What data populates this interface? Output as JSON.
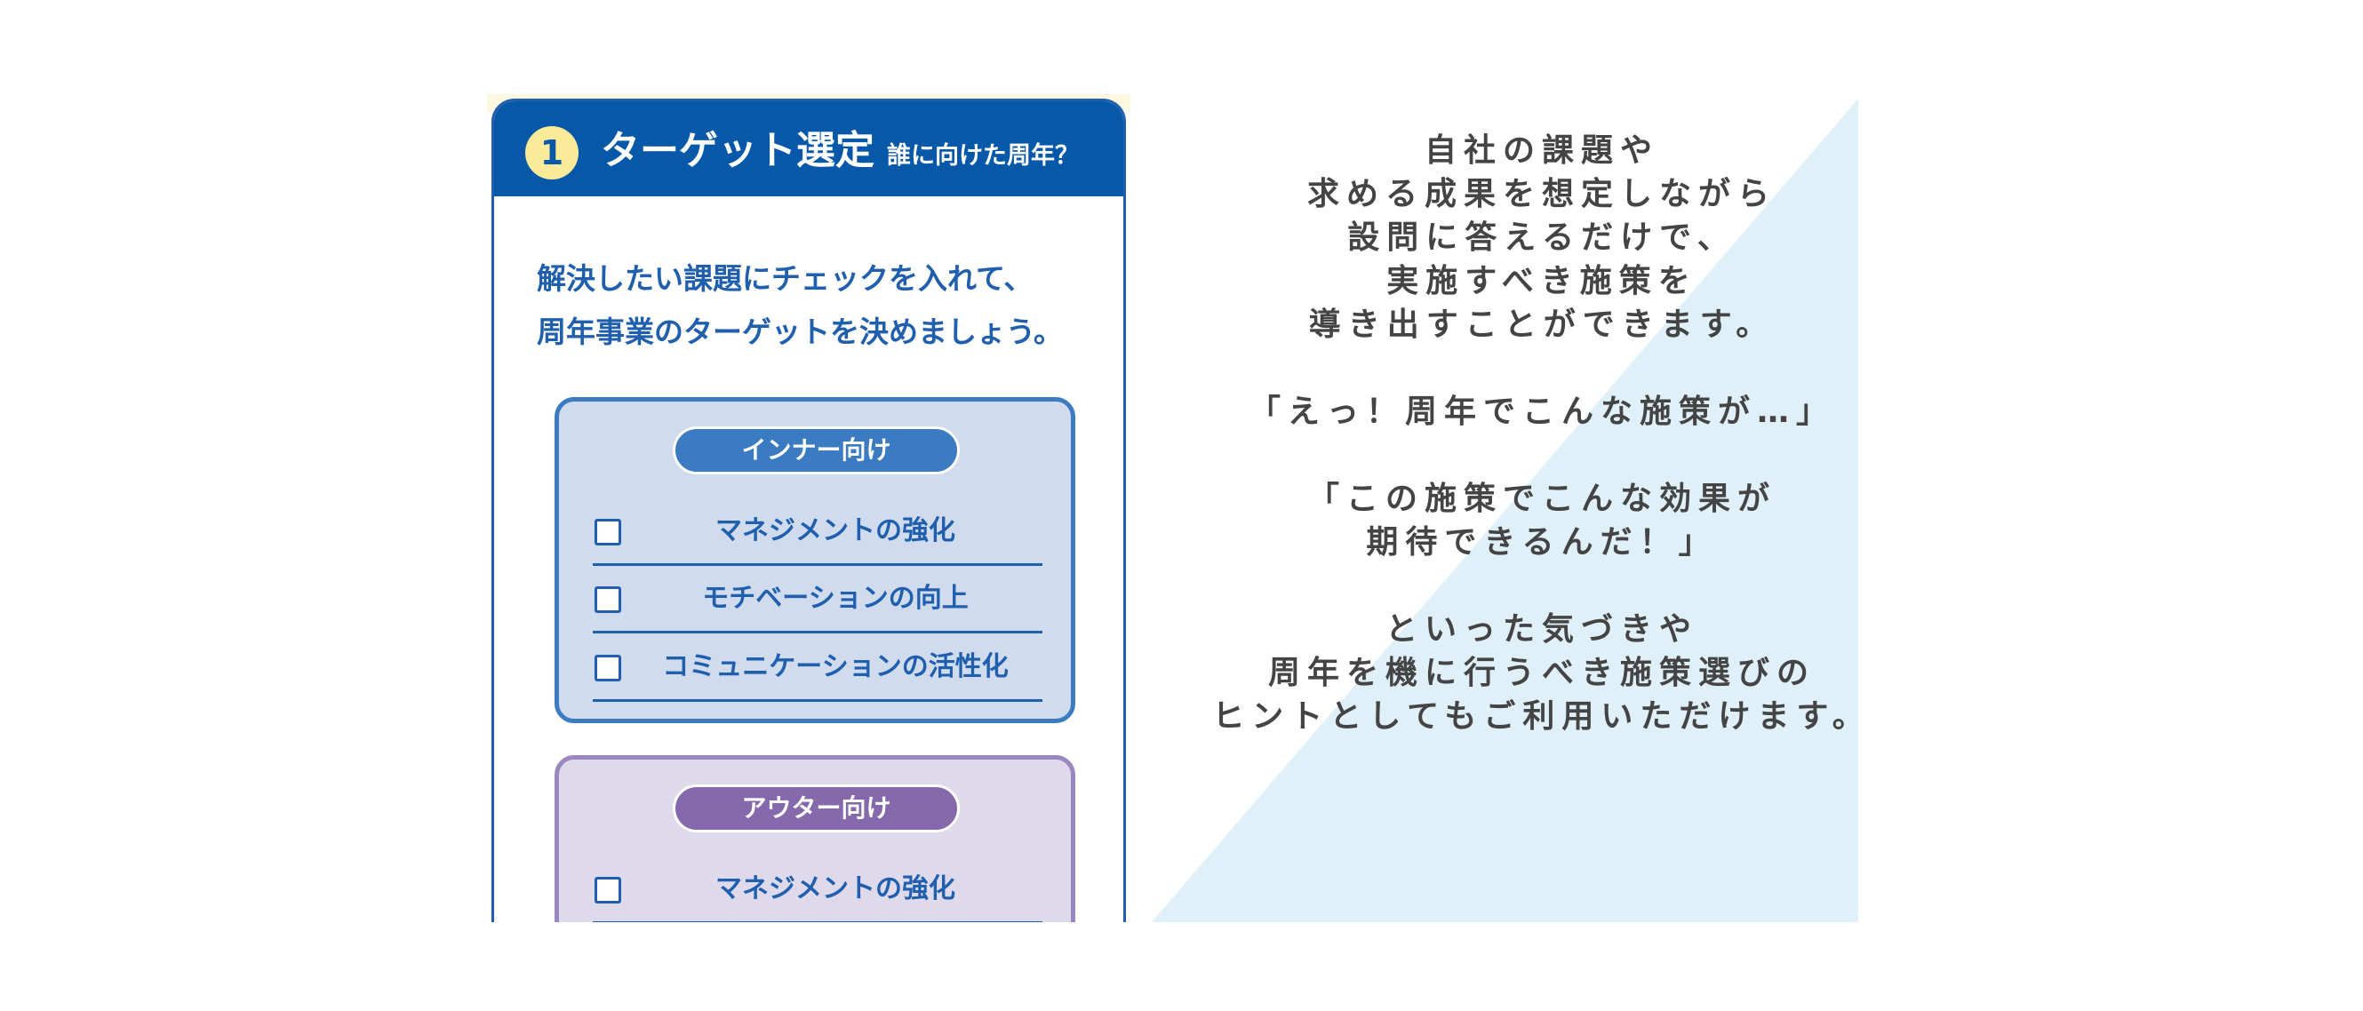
{
  "card": {
    "step_number": "1",
    "title": "ターゲット選定",
    "subtitle": "誰に向けた周年？",
    "instruction_lines": [
      "解決したい課題にチェックを入れて、",
      "周年事業のターゲットを決めましょう。"
    ],
    "groups": [
      {
        "label": "インナー向け",
        "items": [
          {
            "label": "マネジメントの強化",
            "checked": false
          },
          {
            "label": "モチベーションの向上",
            "checked": false
          },
          {
            "label": "コミュニケーションの活性化",
            "checked": false
          }
        ]
      },
      {
        "label": "アウター向け",
        "items": [
          {
            "label": "マネジメントの強化",
            "checked": false
          }
        ]
      }
    ]
  },
  "copy_lines": [
    "自社の課題や",
    "求める成果を想定しながら",
    "設問に答えるだけで、",
    "実施すべき施策を",
    "導き出すことができます。",
    "",
    "「えっ！周年でこんな施策が…」",
    "",
    "「この施策でこんな効果が",
    "期待できるんだ！」",
    "",
    "といった気づきや",
    "周年を機に行うべき施策選びの",
    "ヒントとしてもご利用いただけます。"
  ],
  "colors": {
    "header": "#0758a8",
    "inner": "#3b7bc2",
    "outer": "#8668ad",
    "triangle": "#dff0f8",
    "text": "#444444"
  }
}
